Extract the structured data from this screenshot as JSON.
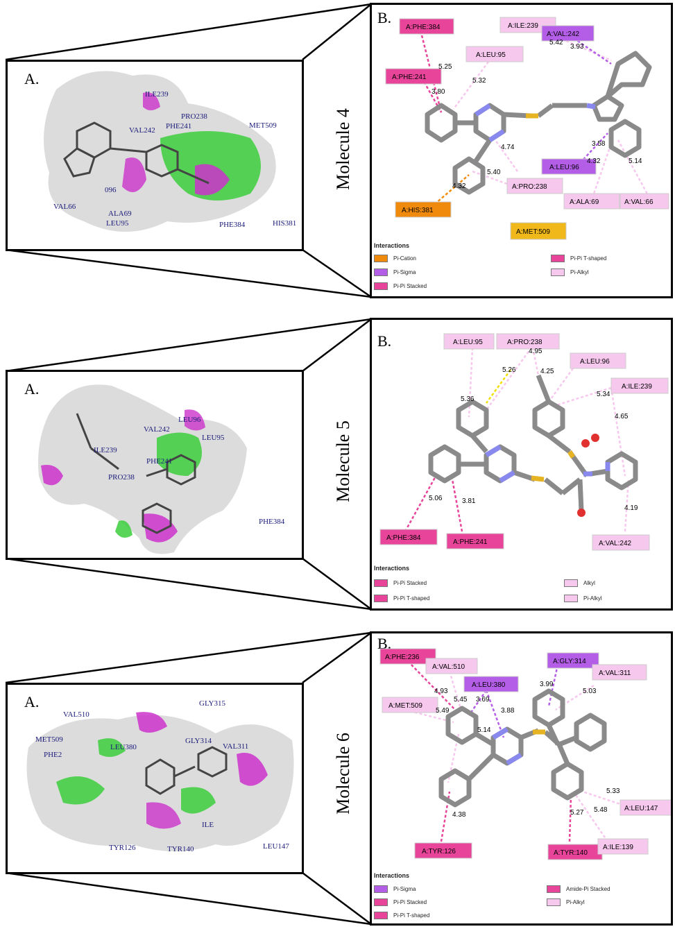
{
  "rows": [
    {
      "molecule_label": "Molecule 4",
      "panel_a_letter": "A.",
      "panel_b_letter": "B.",
      "residues_3d": [
        "ILE239",
        "PRO238",
        "PHE241",
        "VAL242",
        "MET509",
        "VAL66",
        "ALA69",
        "LEU95",
        "PHE384",
        "HIS381",
        "096"
      ],
      "residues_2d": [
        "A:PHE:384",
        "A:PHE:241",
        "A:LEU:95",
        "A:ILE:239",
        "A:VAL:242",
        "A:LEU:96",
        "A:PRO:238",
        "A:HIS:381",
        "A:MET:509",
        "A:ALA:69",
        "A:VAL:66"
      ],
      "distances": [
        "5.25",
        "3.80",
        "5.32",
        "5.42",
        "3.93",
        "4.74",
        "3.58",
        "4.32",
        "5.14",
        "5.40",
        "4.32"
      ],
      "legend_title": "Interactions",
      "legend": [
        "Pi-Cation",
        "Pi-Sigma",
        "Pi-Pi Stacked",
        "Pi-Pi T-shaped",
        "Pi-Alkyl"
      ]
    },
    {
      "molecule_label": "Molecule 5",
      "panel_a_letter": "A.",
      "panel_b_letter": "B.",
      "residues_3d": [
        "LEU96",
        "VAL242",
        "LEU95",
        "ILE239",
        "PHE241",
        "PRO238",
        "PHE384"
      ],
      "residues_2d": [
        "A:LEU:95",
        "A:PRO:238",
        "A:LEU:96",
        "A:ILE:239",
        "A:PHE:384",
        "A:PHE:241",
        "A:VAL:242"
      ],
      "distances": [
        "4.95",
        "5.26",
        "4.25",
        "5.36",
        "5.34",
        "4.65",
        "5.06",
        "3.81",
        "4.19"
      ],
      "legend_title": "Interactions",
      "legend": [
        "Pi-Pi Stacked",
        "Pi-Pi T-shaped",
        "Alkyl",
        "Pi-Alkyl"
      ]
    },
    {
      "molecule_label": "Molecule 6",
      "panel_a_letter": "A.",
      "panel_b_letter": "B.",
      "residues_3d": [
        "VAL510",
        "GLY315",
        "MET509",
        "PHE2",
        "LEU380",
        "GLY314",
        "VAL311",
        "TYR126",
        "TYR140",
        "LEU147",
        "ILE"
      ],
      "residues_2d": [
        "A:PHE:236",
        "A:VAL:510",
        "A:LEU:380",
        "A:GLY:314",
        "A:VAL:311",
        "A:MET:509",
        "A:LEU:147",
        "A:TYR:126",
        "A:TYR:140",
        "A:ILE:139"
      ],
      "distances": [
        "4.93",
        "5.45",
        "3.69",
        "5.49",
        "3.88",
        "5.14",
        "3.99",
        "5.03",
        "4.38",
        "5.33",
        "5.48",
        "5.27"
      ],
      "legend_title": "Interactions",
      "legend": [
        "Pi-Sigma",
        "Pi-Pi Stacked",
        "Pi-Pi T-shaped",
        "Amide-Pi Stacked",
        "Pi-Alkyl"
      ]
    }
  ],
  "colors": {
    "pi_cation": "#f08a0c",
    "pi_sigma": "#b45ee8",
    "pi_pi_stacked": "#e8449a",
    "pi_pi_tshaped": "#e8449a",
    "pi_alkyl": "#f7c8ee",
    "alkyl": "#f7c8ee",
    "amide_pi": "#e8449a",
    "met": "#f0b81a"
  }
}
